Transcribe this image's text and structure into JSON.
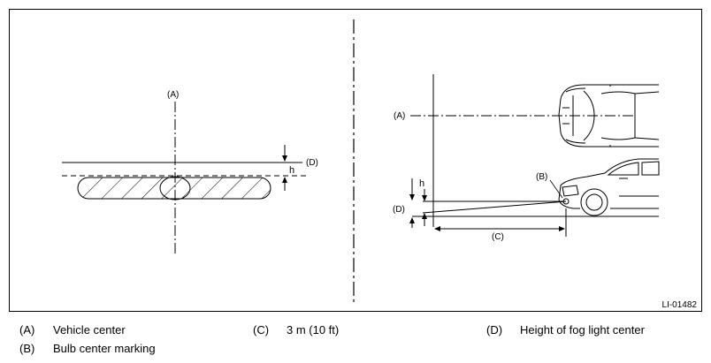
{
  "figure": {
    "code": "LI-01482",
    "front_view": {
      "label_a": "(A)",
      "label_d": "(D)",
      "label_h": "h"
    },
    "side_view": {
      "label_a": "(A)",
      "label_b": "(B)",
      "label_c": "(C)",
      "label_d": "(D)",
      "label_h": "h"
    }
  },
  "legend": [
    {
      "key": "(A)",
      "text": "Vehicle center"
    },
    {
      "key": "(B)",
      "text": "Bulb center marking"
    },
    {
      "key": "(C)",
      "text": "3 m (10 ft)"
    },
    {
      "key": "(D)",
      "text": "Height of fog light center"
    }
  ]
}
